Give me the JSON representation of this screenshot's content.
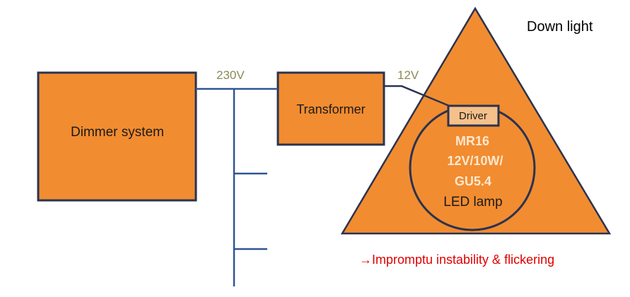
{
  "colors": {
    "orange": "#f28c30",
    "line": "#2f5597",
    "dark": "#2a3350",
    "voltage": "#8a8a5a",
    "alert": "#e00000",
    "lamp_text": "#fde8cf",
    "driver_fill": "#f6c08a"
  },
  "labels": {
    "dimmer": "Dimmer system",
    "transformer": "Transformer",
    "v230": "230V",
    "v12": "12V",
    "down_light": "Down light",
    "driver": "Driver",
    "lamp_line1": "MR16",
    "lamp_line2": "12V/10W/",
    "lamp_line3": "GU5.4",
    "lamp_line4": "LED lamp",
    "note_arrow": "→",
    "note": "Impromptu instability & flickering"
  }
}
